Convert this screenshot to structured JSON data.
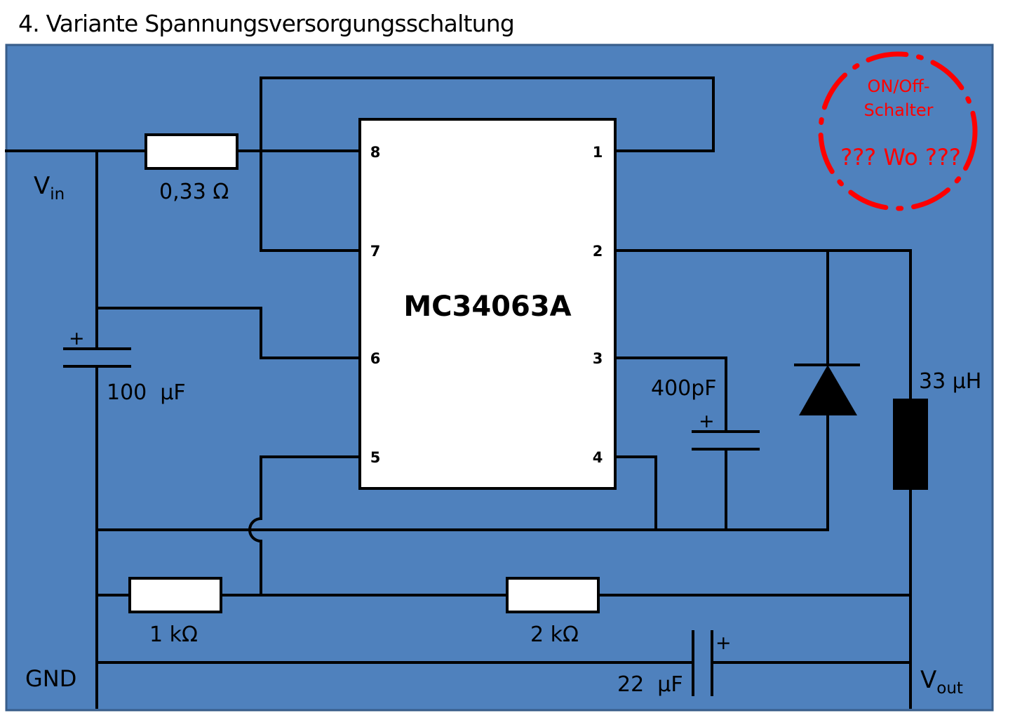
{
  "title": "4. Variante Spannungsversorgungsschaltung",
  "ic": {
    "name": "MC34063A",
    "pins": {
      "p1": "1",
      "p2": "2",
      "p3": "3",
      "p4": "4",
      "p5": "5",
      "p6": "6",
      "p7": "7",
      "p8": "8"
    }
  },
  "labels": {
    "vin_main": "V",
    "vin_sub": "in",
    "vout_main": "V",
    "vout_sub": "out",
    "gnd": "GND",
    "r_sense": "0,33 Ω",
    "c_in": "100  µF",
    "c_timing": "400pF",
    "inductor": "33 µH",
    "r_1k": "1 kΩ",
    "r_2k": "2 kΩ",
    "c_out": "22  µF",
    "plus": "+"
  },
  "annotation": {
    "line1": "ON/Off-",
    "line2": "Schalter",
    "line3": "??? Wo ???"
  },
  "colors": {
    "background": "#4f81bd",
    "border": "#385d8a",
    "wire": "#000000",
    "component_fill": "#ffffff",
    "annotation": "#ff0000"
  }
}
